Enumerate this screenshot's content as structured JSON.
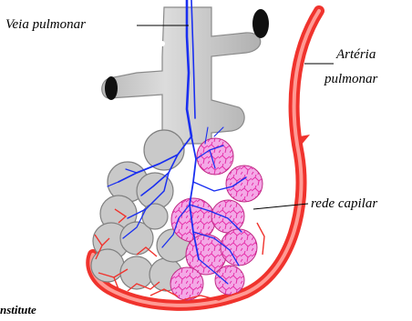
{
  "labels": {
    "veia_pulmonar": "Veia pulmonar",
    "arteria_line1": "Artéria",
    "arteria_line2": "pulmonar",
    "rede_capilar": "rede capilar",
    "credit": "nstitute"
  },
  "colors": {
    "alveolus_fill": "#c9c9c9",
    "alveolus_stroke": "#808080",
    "vein": "#1a2ff0",
    "artery": "#f0332d",
    "capillary_net": "#e62ea8",
    "capillary_fill": "#f4a8e6",
    "bronchus_opening": "#101010"
  }
}
